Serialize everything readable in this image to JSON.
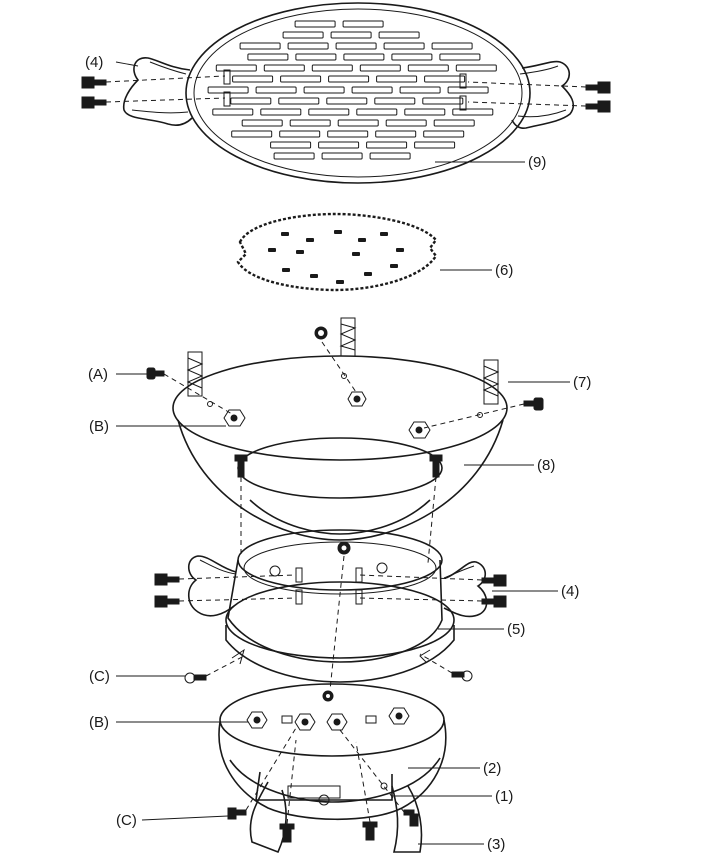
{
  "labels": {
    "part_1": "(1)",
    "part_2": "(2)",
    "part_3": "(3)",
    "part_4": "(4)",
    "part_4_lower": "(4)",
    "part_5": "(5)",
    "part_6": "(6)",
    "part_7": "(7)",
    "part_8": "(8)",
    "part_9": "(9)",
    "part_A": "(A)",
    "part_B": "(B)",
    "part_B_lower": "(B)",
    "part_C": "(C)",
    "part_C_lower": "(C)"
  },
  "colors": {
    "line": "#1a1a1a",
    "background": "#ffffff"
  }
}
